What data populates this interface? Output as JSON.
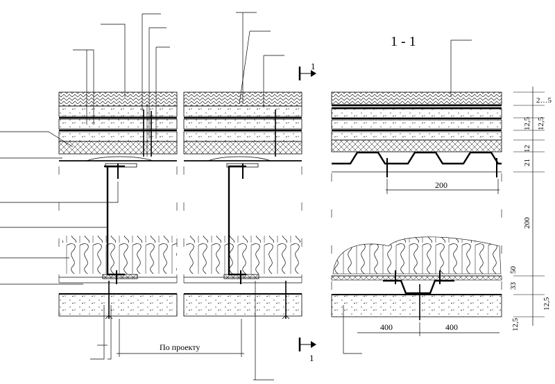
{
  "section": {
    "title": "1 - 1",
    "mark_number": "1"
  },
  "dimensions": {
    "span_label": "По проекту",
    "profile_pitch": "200",
    "support_spacing_left": "400",
    "support_spacing_right": "400",
    "vertical": [
      "2…5",
      "12,5",
      "12,5",
      "12",
      "21",
      "200",
      "50",
      "33",
      "12,5",
      "12,5"
    ]
  },
  "colors": {
    "line": "#000000",
    "background": "#ffffff",
    "hatch": "#000000"
  }
}
